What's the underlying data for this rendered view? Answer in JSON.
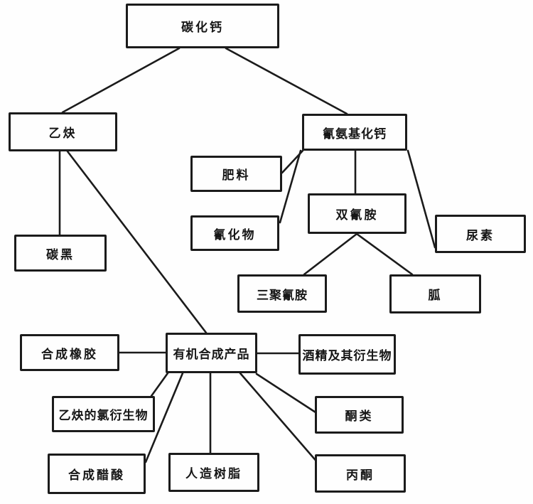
{
  "diagram": {
    "type": "tree-flowchart",
    "description_language": "zh",
    "nodes": {
      "calcium_carbide": {
        "label": "碳化钙"
      },
      "acetylene": {
        "label": "乙炔"
      },
      "calcium_cyanamide": {
        "label": "氰氨基化钙"
      },
      "fertilizer": {
        "label": "肥料"
      },
      "cyanide": {
        "label": "氰化物"
      },
      "dicyandiamide": {
        "label": "双氰胺"
      },
      "urea": {
        "label": "尿素"
      },
      "melamine": {
        "label": "三聚氰胺"
      },
      "guanidine": {
        "label": "胍"
      },
      "carbon_black": {
        "label": "碳黑"
      },
      "organic_synthesis_products": {
        "label": "有机合成产品"
      },
      "synthetic_rubber": {
        "label": "合成橡胶"
      },
      "alcohol_and_derivatives": {
        "label": "酒精及其衍生物"
      },
      "acetylene_chlorine_derivatives": {
        "label": "乙炔的氯衍生物"
      },
      "ketones": {
        "label": "酮类"
      },
      "synthetic_acetic_acid": {
        "label": "合成醋酸"
      },
      "artificial_resin": {
        "label": "人造树脂"
      },
      "acetone": {
        "label": "丙酮"
      }
    },
    "edges": [
      {
        "from": "calcium_carbide",
        "to": "acetylene"
      },
      {
        "from": "calcium_carbide",
        "to": "calcium_cyanamide"
      },
      {
        "from": "acetylene",
        "to": "carbon_black"
      },
      {
        "from": "acetylene",
        "to": "organic_synthesis_products"
      },
      {
        "from": "calcium_cyanamide",
        "to": "fertilizer"
      },
      {
        "from": "calcium_cyanamide",
        "to": "cyanide"
      },
      {
        "from": "calcium_cyanamide",
        "to": "dicyandiamide"
      },
      {
        "from": "calcium_cyanamide",
        "to": "urea"
      },
      {
        "from": "dicyandiamide",
        "to": "melamine"
      },
      {
        "from": "dicyandiamide",
        "to": "guanidine"
      },
      {
        "from": "organic_synthesis_products",
        "to": "synthetic_rubber"
      },
      {
        "from": "organic_synthesis_products",
        "to": "alcohol_and_derivatives"
      },
      {
        "from": "organic_synthesis_products",
        "to": "acetylene_chlorine_derivatives"
      },
      {
        "from": "organic_synthesis_products",
        "to": "synthetic_acetic_acid"
      },
      {
        "from": "organic_synthesis_products",
        "to": "artificial_resin"
      },
      {
        "from": "organic_synthesis_products",
        "to": "acetone"
      },
      {
        "from": "organic_synthesis_products",
        "to": "ketones"
      }
    ],
    "colors": {
      "background": "#fefefe",
      "box_border": "#1b1b1b",
      "line": "#1b1b1b",
      "text": "#161616"
    }
  }
}
